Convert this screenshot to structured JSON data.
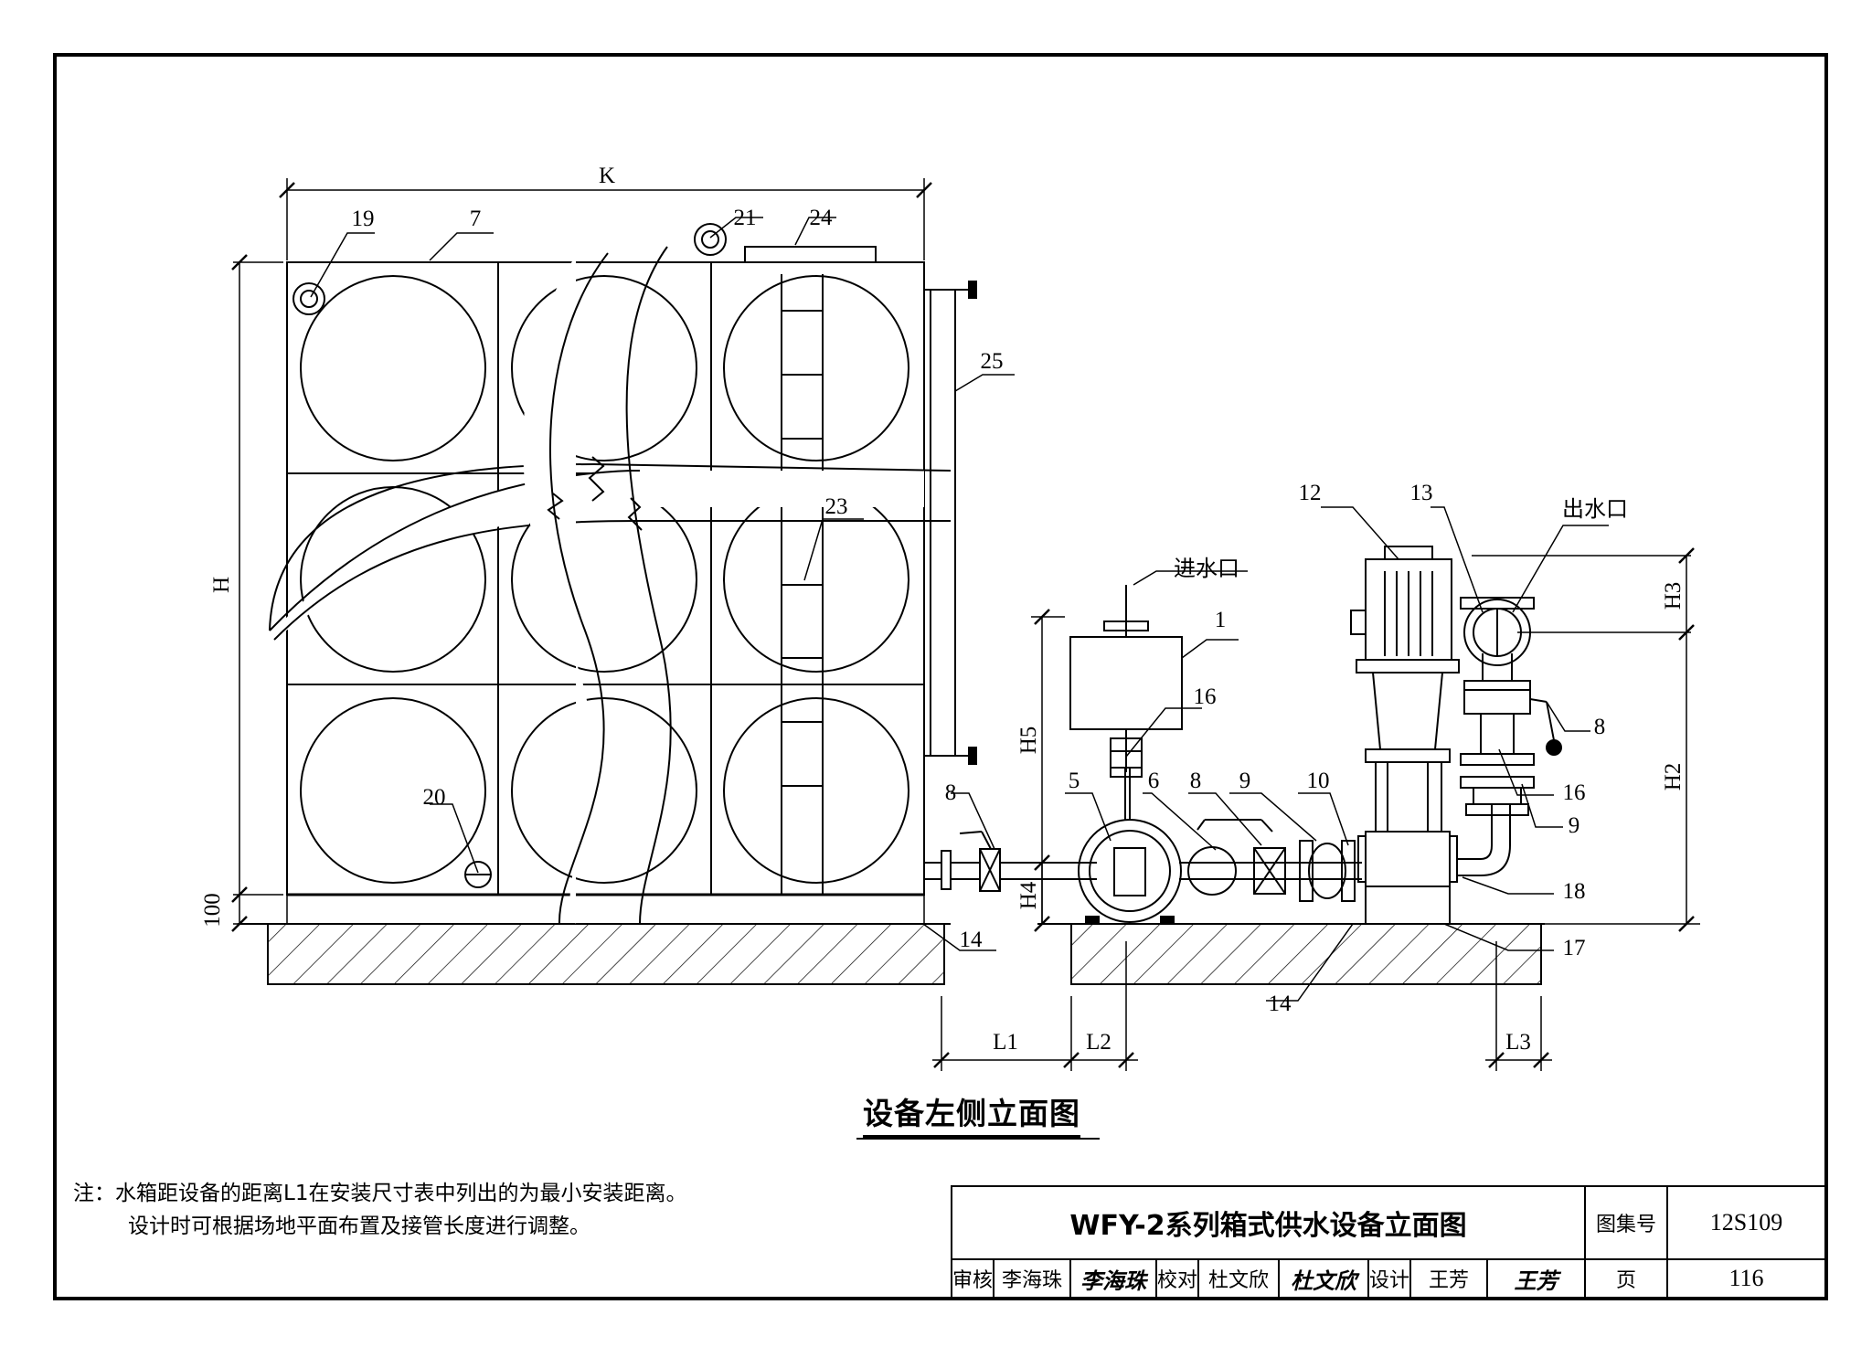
{
  "drawing": {
    "caption": "设备左侧立面图",
    "inlet_label": "进水口",
    "outlet_label": "出水口",
    "dimensions": {
      "K": "K",
      "H": "H",
      "H2": "H2",
      "H3": "H3",
      "H4": "H4",
      "H5": "H5",
      "L1": "L1",
      "L2": "L2",
      "L3": "L3",
      "base_height": "100"
    },
    "callouts": [
      "1",
      "5",
      "6",
      "7",
      "8",
      "9",
      "10",
      "12",
      "13",
      "14",
      "16",
      "17",
      "18",
      "19",
      "20",
      "21",
      "23",
      "24",
      "25"
    ]
  },
  "notes": {
    "line1": "注：水箱距设备的距离L1在安装尺寸表中列出的为最小安装距离。",
    "line2": "设计时可根据场地平面布置及接管长度进行调整。"
  },
  "title_block": {
    "title": "WFY-2系列箱式供水设备立面图",
    "atlas_no_label": "图集号",
    "atlas_no": "12S109",
    "reviewer_label": "审核",
    "reviewer": "李海珠",
    "reviewer_sign": "李海珠",
    "checker_label": "校对",
    "checker": "杜文欣",
    "checker_sign": "杜文欣",
    "designer_label": "设计",
    "designer": "王芳",
    "designer_sign": "王芳",
    "page_label": "页",
    "page": "116"
  }
}
